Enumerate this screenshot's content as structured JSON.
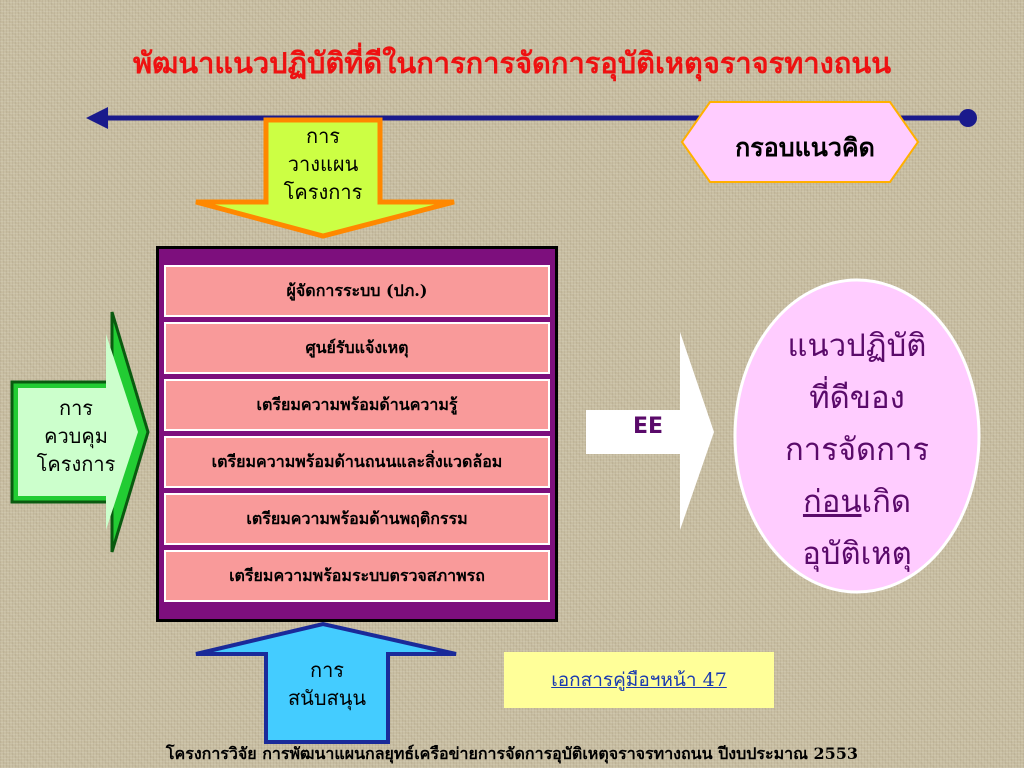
{
  "title": "พัฒนาแนวปฏิบัติที่ดีในการการจัดการอุบัติเหตุจราจรทางถนน",
  "concept_label": "กรอบแนวคิด",
  "planning_lines": [
    "การ",
    "วางแผน",
    "โครงการ"
  ],
  "control_lines": [
    "การ",
    "ควบคุม",
    "โครงการ"
  ],
  "support_lines": [
    "การ",
    "สนับสนุน"
  ],
  "components": [
    "ผู้จัดการระบบ (ปภ.)",
    "ศูนย์รับแจ้งเหตุ",
    "เตรียมความพร้อมด้านความรู้",
    "เตรียมความพร้อมด้านถนนและสิ่งแวดล้อม",
    "เตรียมความพร้อมด้านพฤติกรรม",
    "เตรียมความพร้อมระบบตรวจสภาพรถ"
  ],
  "ee_label": "EE",
  "outcome_lines": [
    "แนวปฏิบัติ",
    "ที่ดีของ",
    "การจัดการ"
  ],
  "outcome_underlined": "ก่อน",
  "outcome_after": "เกิด",
  "outcome_last": "อุบัติเหตุ",
  "reference_link": "เอกสารคู่มือฯหน้า 47",
  "footer": "โครงการวิจัย  การพัฒนาแผนกลยุทธ์เครือข่ายการจัดการอุบัติเหตุจราจรทางถนน  ปีงบประมาณ 2553",
  "colors": {
    "title": "#ee1111",
    "timeline": "#1a1a8c",
    "planning_arrow_fill": "#ccff44",
    "planning_arrow_border": "#ff8800",
    "control_arrow_fill": "#22cc33",
    "control_arrow_border": "#0a5a10",
    "support_arrow_fill": "#44ccff",
    "support_arrow_border": "#1a2a99",
    "concept_fill": "#ffccff",
    "component_frame": "#7d0f7d",
    "component_row": "#f99a9a",
    "outcome_oval_fill": "#ffccff",
    "outcome_text": "#5a0a6a",
    "reference_fill": "#ffff99",
    "reference_link": "#1a3ab0"
  }
}
